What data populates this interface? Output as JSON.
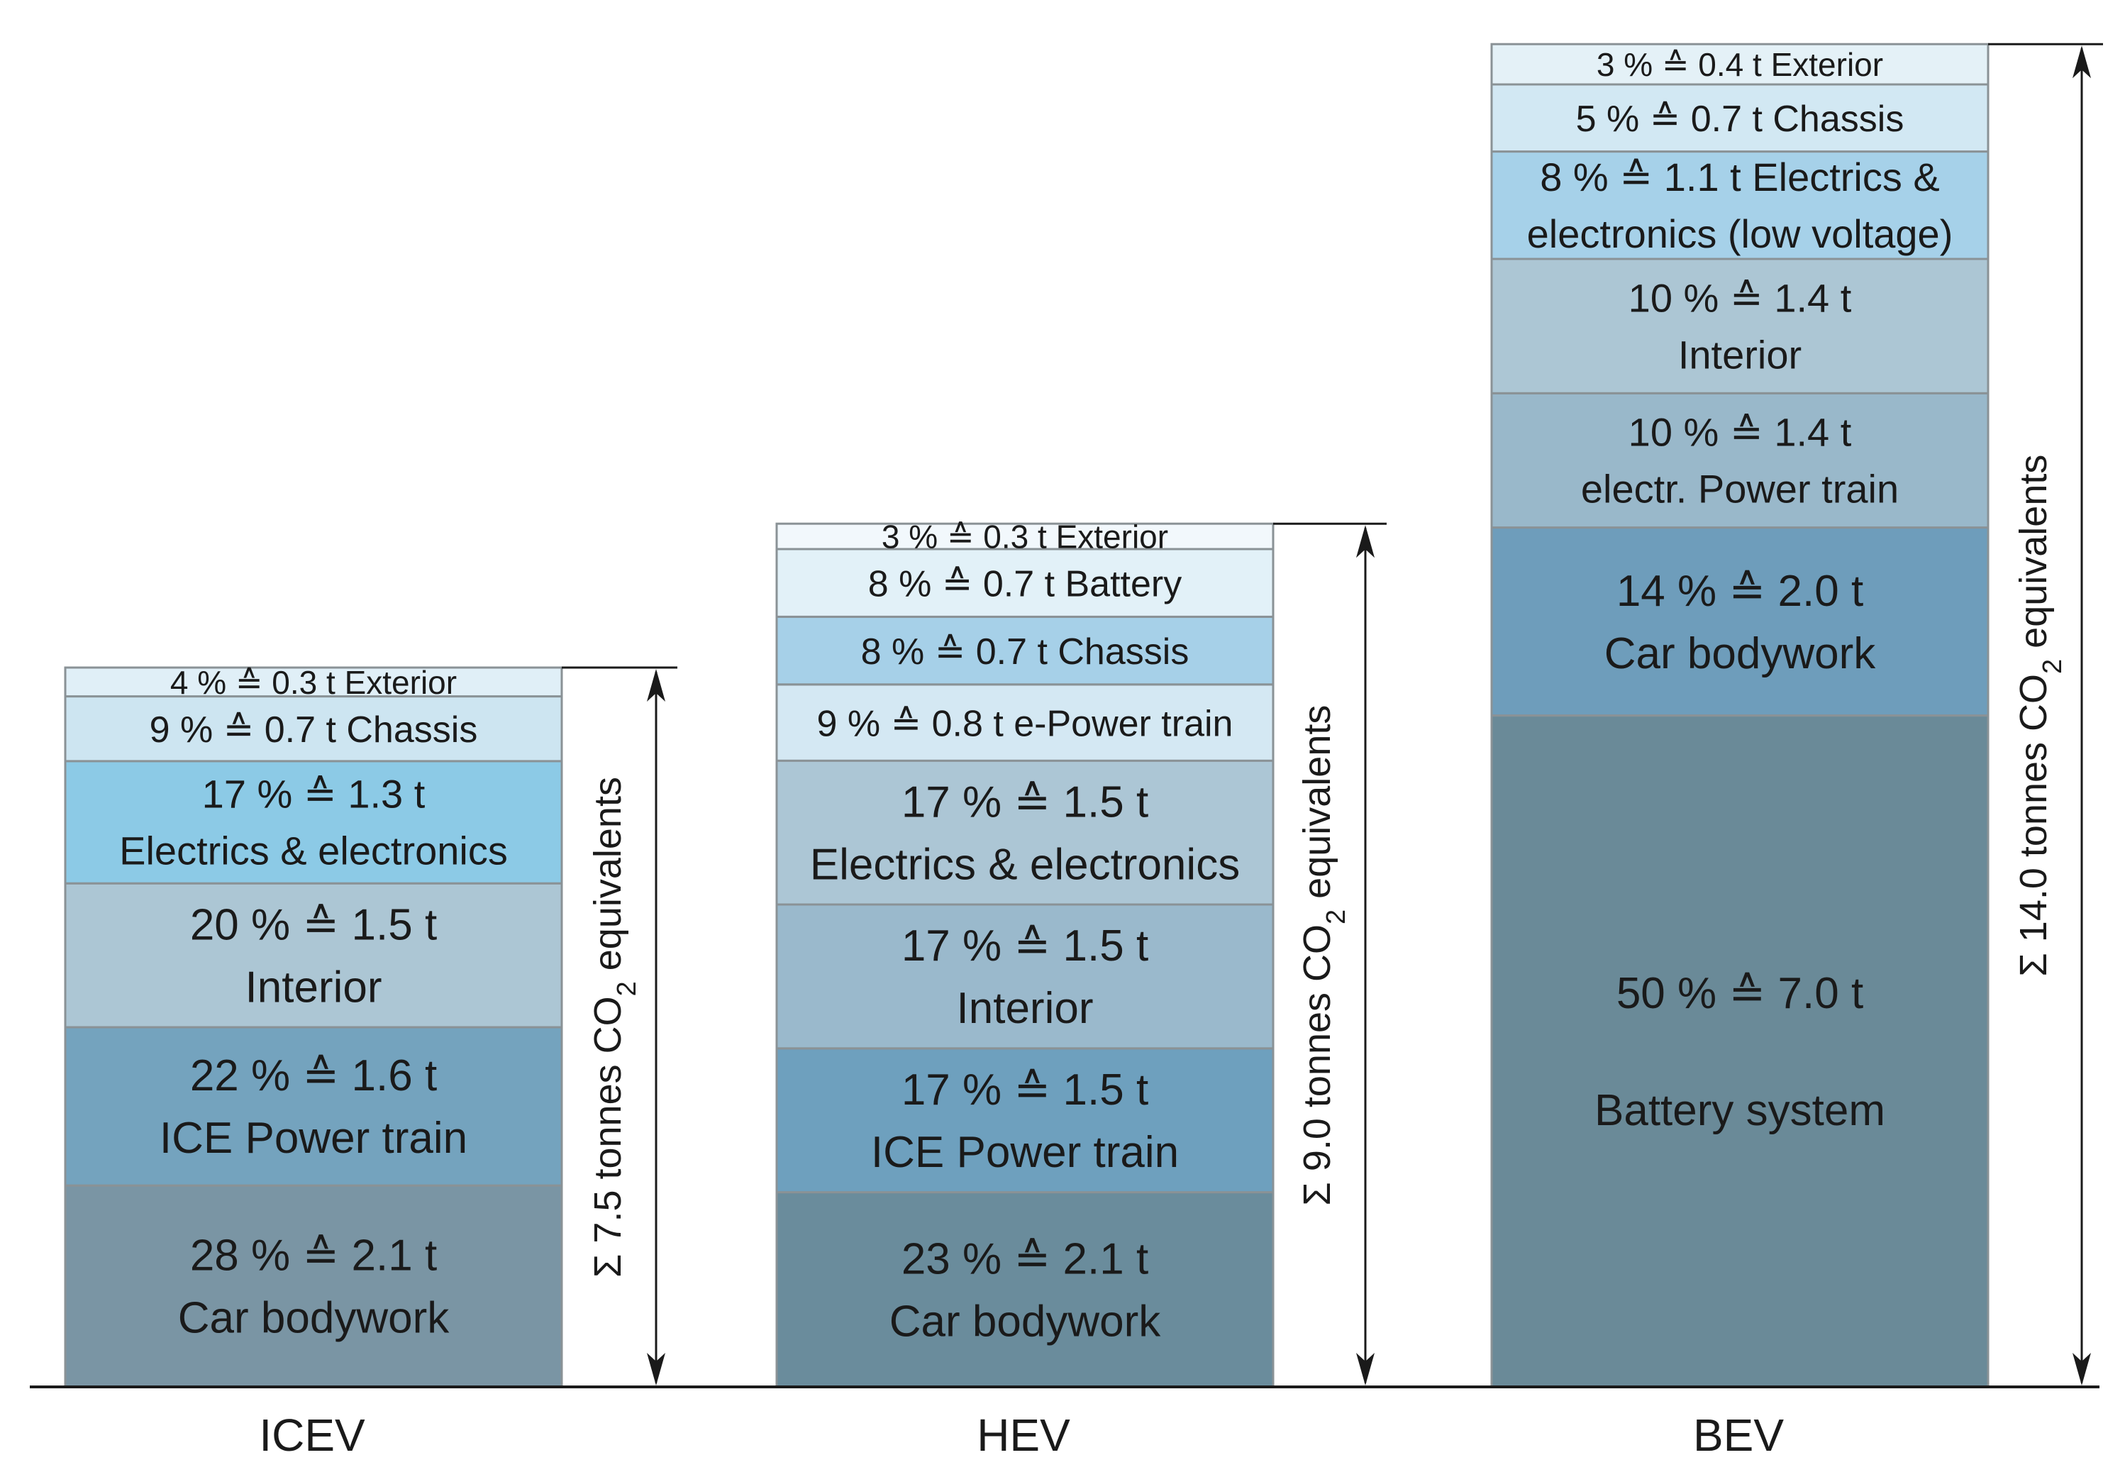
{
  "chart_data": {
    "type": "bar",
    "stacked": true,
    "categories": [
      "ICEV",
      "HEV",
      "BEV"
    ],
    "totals": [
      7.5,
      9.0,
      14.0
    ],
    "total_prefix": "Σ ",
    "total_suffix_pre": " tonnes CO",
    "total_subscript": "2",
    "total_suffix_post": " equivalents",
    "stacks": [
      {
        "category": "ICEV",
        "segments": [
          {
            "share": 28,
            "value": 2.1,
            "name": "Car bodywork",
            "line1": "28 % ≙ 2.1 t",
            "line2": "Car bodywork",
            "color": "#7a95a4"
          },
          {
            "share": 22,
            "value": 1.6,
            "name": "ICE Power train",
            "line1": "22 % ≙ 1.6 t",
            "line2": "ICE Power train",
            "color": "#74a3be"
          },
          {
            "share": 20,
            "value": 1.5,
            "name": "Interior",
            "line1": "20 % ≙ 1.5 t",
            "line2": "Interior",
            "color": "#acc6d4"
          },
          {
            "share": 17,
            "value": 1.3,
            "name": "Electrics & electronics",
            "line1": "17 % ≙ 1.3 t",
            "line2": "Electrics & electronics",
            "color": "#8ccae6"
          },
          {
            "share": 9,
            "value": 0.7,
            "name": "Chassis",
            "line1": "9 % ≙ 0.7 t Chassis",
            "line2": "",
            "color": "#cde5f1"
          },
          {
            "share": 4,
            "value": 0.3,
            "name": "Exterior",
            "line1": "4 % ≙ 0.3 t Exterior",
            "line2": "",
            "color": "#e0eff7"
          }
        ]
      },
      {
        "category": "HEV",
        "segments": [
          {
            "share": 23,
            "value": 2.1,
            "name": "Car bodywork",
            "line1": "23 % ≙ 2.1 t",
            "line2": "Car bodywork",
            "color": "#6a8c9c"
          },
          {
            "share": 17,
            "value": 1.5,
            "name": "ICE Power train",
            "line1": "17 % ≙ 1.5 t",
            "line2": "ICE Power train",
            "color": "#6ea0be"
          },
          {
            "share": 17,
            "value": 1.5,
            "name": "Interior",
            "line1": "17 % ≙ 1.5 t",
            "line2": "Interior",
            "color": "#9ab9cc"
          },
          {
            "share": 17,
            "value": 1.5,
            "name": "Electrics & electronics",
            "line1": "17 % ≙ 1.5 t",
            "line2": "Electrics & electronics",
            "color": "#acc6d5"
          },
          {
            "share": 9,
            "value": 0.8,
            "name": "e-Power train",
            "line1": "9 % ≙ 0.8 t e-Power train",
            "line2": "",
            "color": "#d4e8f3"
          },
          {
            "share": 8,
            "value": 0.7,
            "name": "Chassis",
            "line1": "8 % ≙ 0.7 t Chassis",
            "line2": "",
            "color": "#a6d0e8"
          },
          {
            "share": 8,
            "value": 0.7,
            "name": "Battery",
            "line1": "8 % ≙ 0.7 t Battery",
            "line2": "",
            "color": "#e2f1f8"
          },
          {
            "share": 3,
            "value": 0.3,
            "name": "Exterior",
            "line1": "3 % ≙ 0.3 t Exterior",
            "line2": "",
            "color": "#f2f8fc"
          }
        ]
      },
      {
        "category": "BEV",
        "segments": [
          {
            "share": 50,
            "value": 7.0,
            "name": "Battery system",
            "line1": "50 % ≙ 7.0 t",
            "line2": "Battery system",
            "color": "#6a8a98"
          },
          {
            "share": 14,
            "value": 2.0,
            "name": "Car bodywork",
            "line1": "14 % ≙ 2.0 t",
            "line2": "Car bodywork",
            "color": "#6e9dbb"
          },
          {
            "share": 10,
            "value": 1.4,
            "name": "electr. Power train",
            "line1": "10 % ≙ 1.4 t",
            "line2": "electr. Power train",
            "color": "#99b8ca"
          },
          {
            "share": 10,
            "value": 1.4,
            "name": "Interior",
            "line1": "10 % ≙ 1.4 t",
            "line2": "Interior",
            "color": "#acc6d4"
          },
          {
            "share": 8,
            "value": 1.1,
            "name": "Electrics & electronics (low voltage)",
            "line1": "8 % ≙ 1.1 t Electrics &",
            "line2": "electronics (low voltage)",
            "color": "#a6d1e9"
          },
          {
            "share": 5,
            "value": 0.7,
            "name": "Chassis",
            "line1": "5 % ≙ 0.7 t Chassis",
            "line2": "",
            "color": "#d2e8f3"
          },
          {
            "share": 3,
            "value": 0.4,
            "name": "Exterior",
            "line1": "3 % ≙ 0.4 t Exterior",
            "line2": "",
            "color": "#e4f1f7"
          }
        ]
      }
    ],
    "colors": {
      "border": "#8a9296",
      "axis": "#1a1a1a",
      "text": "#1a1a1a"
    }
  }
}
